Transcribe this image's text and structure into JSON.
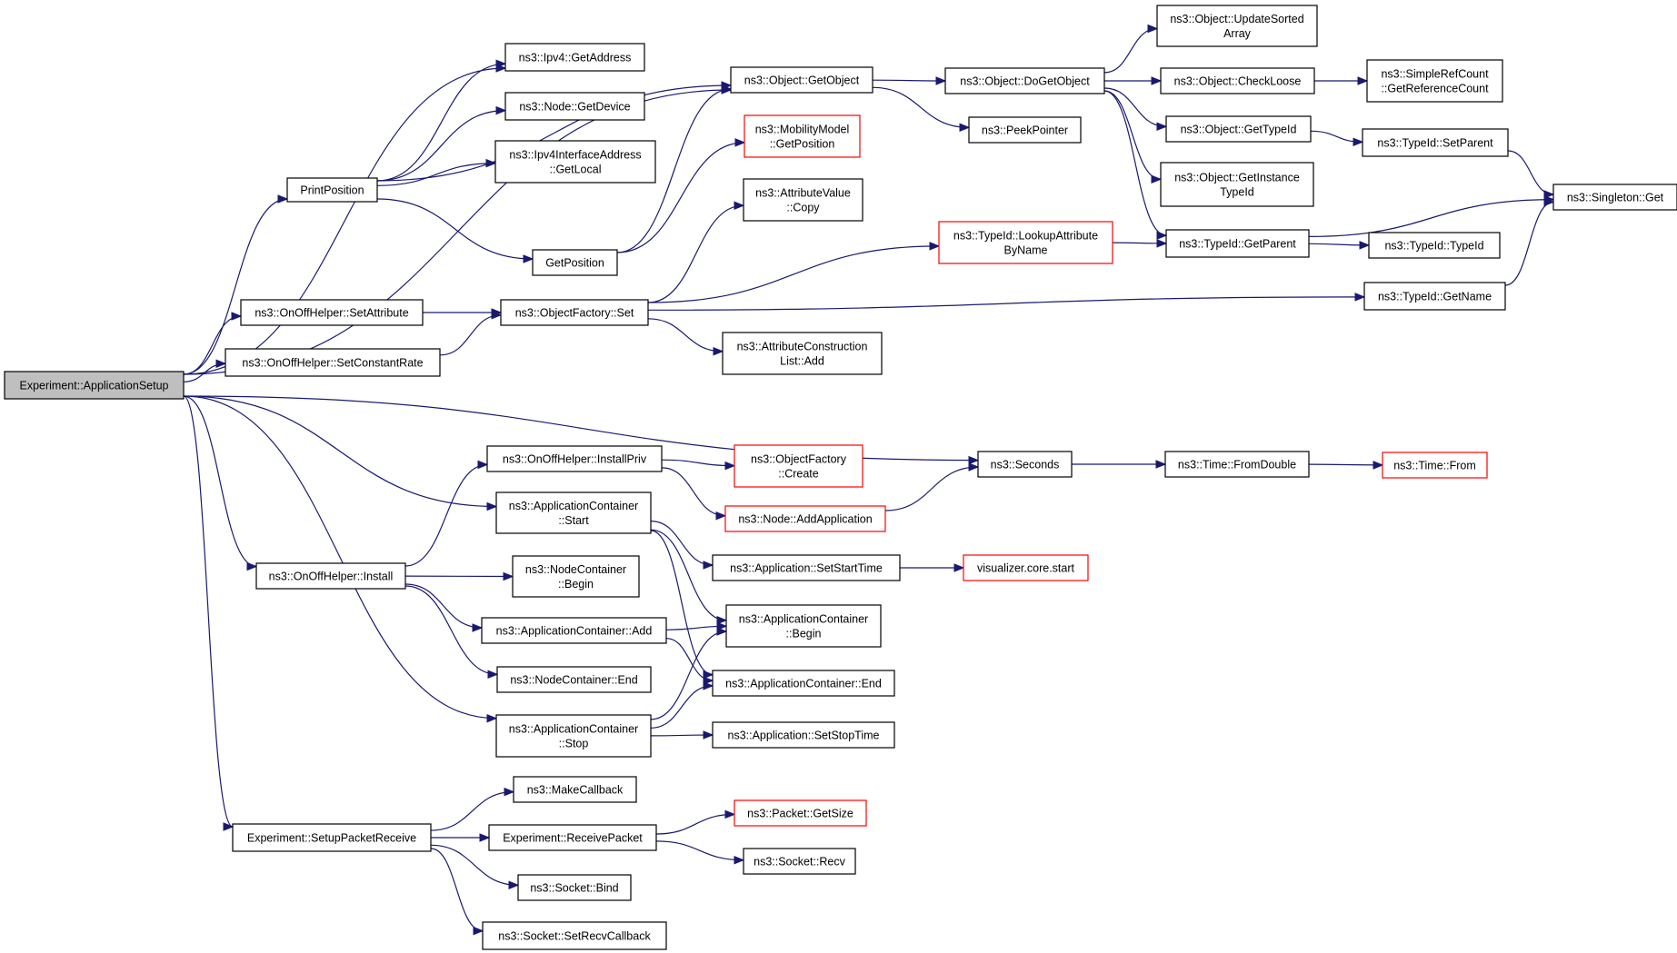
{
  "colors": {
    "edge": "#191970",
    "border_normal": "#000000",
    "border_truncated": "#ff0000",
    "root_fill": "#bfbfbf",
    "node_fill": "#ffffff"
  },
  "nodes": [
    {
      "id": "root",
      "lines": [
        "Experiment::ApplicationSetup"
      ],
      "style": "root"
    },
    {
      "id": "printpos",
      "lines": [
        "PrintPosition"
      ],
      "style": "normal"
    },
    {
      "id": "getaddr",
      "lines": [
        "ns3::Ipv4::GetAddress"
      ],
      "style": "normal"
    },
    {
      "id": "nodegetdev",
      "lines": [
        "ns3::Node::GetDevice"
      ],
      "style": "normal"
    },
    {
      "id": "getlocal",
      "lines": [
        "ns3::Ipv4InterfaceAddress",
        "::GetLocal"
      ],
      "style": "normal"
    },
    {
      "id": "getposition",
      "lines": [
        "GetPosition"
      ],
      "style": "normal"
    },
    {
      "id": "getobject",
      "lines": [
        "ns3::Object::GetObject"
      ],
      "style": "normal"
    },
    {
      "id": "mobgetpos",
      "lines": [
        "ns3::MobilityModel",
        "::GetPosition"
      ],
      "style": "truncated"
    },
    {
      "id": "attrcopy",
      "lines": [
        "ns3::AttributeValue",
        "::Copy"
      ],
      "style": "normal"
    },
    {
      "id": "dogetobject",
      "lines": [
        "ns3::Object::DoGetObject"
      ],
      "style": "normal"
    },
    {
      "id": "peekptr",
      "lines": [
        "ns3::PeekPointer"
      ],
      "style": "normal"
    },
    {
      "id": "updsorted",
      "lines": [
        "ns3::Object::UpdateSorted",
        "Array"
      ],
      "style": "normal"
    },
    {
      "id": "checkloose",
      "lines": [
        "ns3::Object::CheckLoose"
      ],
      "style": "normal"
    },
    {
      "id": "simplerefcount",
      "lines": [
        "ns3::SimpleRefCount",
        "::GetReferenceCount"
      ],
      "style": "normal"
    },
    {
      "id": "objgettypeid",
      "lines": [
        "ns3::Object::GetTypeId"
      ],
      "style": "normal"
    },
    {
      "id": "getinsttypeid",
      "lines": [
        "ns3::Object::GetInstance",
        "TypeId"
      ],
      "style": "normal"
    },
    {
      "id": "typeidsetparent",
      "lines": [
        "ns3::TypeId::SetParent"
      ],
      "style": "normal"
    },
    {
      "id": "singletonget",
      "lines": [
        "ns3::Singleton::Get"
      ],
      "style": "normal"
    },
    {
      "id": "lookupattr",
      "lines": [
        "ns3::TypeId::LookupAttribute",
        "ByName"
      ],
      "style": "truncated"
    },
    {
      "id": "typeidgetparent",
      "lines": [
        "ns3::TypeId::GetParent"
      ],
      "style": "normal"
    },
    {
      "id": "typeidtypeid",
      "lines": [
        "ns3::TypeId::TypeId"
      ],
      "style": "normal"
    },
    {
      "id": "typeidgetname",
      "lines": [
        "ns3::TypeId::GetName"
      ],
      "style": "normal"
    },
    {
      "id": "onoffsetattr",
      "lines": [
        "ns3::OnOffHelper::SetAttribute"
      ],
      "style": "normal"
    },
    {
      "id": "onoffsetconst",
      "lines": [
        "ns3::OnOffHelper::SetConstantRate"
      ],
      "style": "normal"
    },
    {
      "id": "objfactset",
      "lines": [
        "ns3::ObjectFactory::Set"
      ],
      "style": "normal"
    },
    {
      "id": "attrconstradd",
      "lines": [
        "ns3::AttributeConstruction",
        "List::Add"
      ],
      "style": "normal"
    },
    {
      "id": "onoffinstallpriv",
      "lines": [
        "ns3::OnOffHelper::InstallPriv"
      ],
      "style": "normal"
    },
    {
      "id": "objfactcreate",
      "lines": [
        "ns3::ObjectFactory",
        "::Create"
      ],
      "style": "truncated"
    },
    {
      "id": "seconds",
      "lines": [
        "ns3::Seconds"
      ],
      "style": "normal"
    },
    {
      "id": "timefromdouble",
      "lines": [
        "ns3::Time::FromDouble"
      ],
      "style": "normal"
    },
    {
      "id": "timefrom",
      "lines": [
        "ns3::Time::From"
      ],
      "style": "truncated"
    },
    {
      "id": "appcontstart",
      "lines": [
        "ns3::ApplicationContainer",
        "::Start"
      ],
      "style": "normal"
    },
    {
      "id": "nodeaddapp",
      "lines": [
        "ns3::Node::AddApplication"
      ],
      "style": "truncated"
    },
    {
      "id": "appsetstart",
      "lines": [
        "ns3::Application::SetStartTime"
      ],
      "style": "normal"
    },
    {
      "id": "vizstart",
      "lines": [
        "visualizer.core.start"
      ],
      "style": "truncated"
    },
    {
      "id": "onoffinstall",
      "lines": [
        "ns3::OnOffHelper::Install"
      ],
      "style": "normal"
    },
    {
      "id": "nodecontbegin",
      "lines": [
        "ns3::NodeContainer",
        "::Begin"
      ],
      "style": "normal"
    },
    {
      "id": "appcontadd",
      "lines": [
        "ns3::ApplicationContainer::Add"
      ],
      "style": "normal"
    },
    {
      "id": "appcontbegin",
      "lines": [
        "ns3::ApplicationContainer",
        "::Begin"
      ],
      "style": "normal"
    },
    {
      "id": "nodecontend",
      "lines": [
        "ns3::NodeContainer::End"
      ],
      "style": "normal"
    },
    {
      "id": "appcontend",
      "lines": [
        "ns3::ApplicationContainer::End"
      ],
      "style": "normal"
    },
    {
      "id": "appcontstop",
      "lines": [
        "ns3::ApplicationContainer",
        "::Stop"
      ],
      "style": "normal"
    },
    {
      "id": "appsetstop",
      "lines": [
        "ns3::Application::SetStopTime"
      ],
      "style": "normal"
    },
    {
      "id": "makecallback",
      "lines": [
        "ns3::MakeCallback"
      ],
      "style": "normal"
    },
    {
      "id": "setuppktrecv",
      "lines": [
        "Experiment::SetupPacketReceive"
      ],
      "style": "normal"
    },
    {
      "id": "recvpkt",
      "lines": [
        "Experiment::ReceivePacket"
      ],
      "style": "normal"
    },
    {
      "id": "pktgetsize",
      "lines": [
        "ns3::Packet::GetSize"
      ],
      "style": "truncated"
    },
    {
      "id": "socketrecv",
      "lines": [
        "ns3::Socket::Recv"
      ],
      "style": "normal"
    },
    {
      "id": "socketbind",
      "lines": [
        "ns3::Socket::Bind"
      ],
      "style": "normal"
    },
    {
      "id": "socketsetrecvcb",
      "lines": [
        "ns3::Socket::SetRecvCallback"
      ],
      "style": "normal"
    }
  ],
  "edges": [
    [
      "root",
      "printpos"
    ],
    [
      "root",
      "getaddr"
    ],
    [
      "root",
      "getobject"
    ],
    [
      "root",
      "onoffsetattr"
    ],
    [
      "root",
      "onoffsetconst"
    ],
    [
      "root",
      "seconds"
    ],
    [
      "root",
      "onoffinstall"
    ],
    [
      "root",
      "appcontstart"
    ],
    [
      "root",
      "appcontstop"
    ],
    [
      "root",
      "setuppktrecv"
    ],
    [
      "printpos",
      "getaddr"
    ],
    [
      "printpos",
      "nodegetdev"
    ],
    [
      "printpos",
      "getlocal"
    ],
    [
      "printpos",
      "getposition"
    ],
    [
      "printpos",
      "getobject"
    ],
    [
      "getposition",
      "getobject"
    ],
    [
      "getposition",
      "mobgetpos"
    ],
    [
      "getobject",
      "dogetobject"
    ],
    [
      "getobject",
      "peekptr"
    ],
    [
      "dogetobject",
      "updsorted"
    ],
    [
      "dogetobject",
      "checkloose"
    ],
    [
      "dogetobject",
      "objgettypeid"
    ],
    [
      "dogetobject",
      "getinsttypeid"
    ],
    [
      "dogetobject",
      "typeidgetparent"
    ],
    [
      "checkloose",
      "simplerefcount"
    ],
    [
      "objgettypeid",
      "typeidsetparent"
    ],
    [
      "typeidsetparent",
      "singletonget"
    ],
    [
      "typeidgetparent",
      "singletonget"
    ],
    [
      "typeidgetparent",
      "typeidtypeid"
    ],
    [
      "typeidgetname",
      "singletonget"
    ],
    [
      "lookupattr",
      "typeidgetparent"
    ],
    [
      "onoffsetattr",
      "objfactset"
    ],
    [
      "onoffsetconst",
      "objfactset"
    ],
    [
      "objfactset",
      "attrcopy"
    ],
    [
      "objfactset",
      "lookupattr"
    ],
    [
      "objfactset",
      "typeidgetname"
    ],
    [
      "objfactset",
      "attrconstradd"
    ],
    [
      "onoffinstall",
      "onoffinstallpriv"
    ],
    [
      "onoffinstall",
      "nodecontbegin"
    ],
    [
      "onoffinstall",
      "appcontadd"
    ],
    [
      "onoffinstall",
      "nodecontend"
    ],
    [
      "onoffinstallpriv",
      "objfactcreate"
    ],
    [
      "onoffinstallpriv",
      "nodeaddapp"
    ],
    [
      "nodeaddapp",
      "seconds"
    ],
    [
      "seconds",
      "timefromdouble"
    ],
    [
      "timefromdouble",
      "timefrom"
    ],
    [
      "appcontstart",
      "appsetstart"
    ],
    [
      "appcontstart",
      "appcontbegin"
    ],
    [
      "appcontstart",
      "appcontend"
    ],
    [
      "appsetstart",
      "vizstart"
    ],
    [
      "appcontadd",
      "appcontbegin"
    ],
    [
      "appcontadd",
      "appcontend"
    ],
    [
      "appcontstop",
      "appcontbegin"
    ],
    [
      "appcontstop",
      "appcontend"
    ],
    [
      "appcontstop",
      "appsetstop"
    ],
    [
      "setuppktrecv",
      "makecallback"
    ],
    [
      "setuppktrecv",
      "recvpkt"
    ],
    [
      "setuppktrecv",
      "socketbind"
    ],
    [
      "setuppktrecv",
      "socketsetrecvcb"
    ],
    [
      "recvpkt",
      "pktgetsize"
    ],
    [
      "recvpkt",
      "socketrecv"
    ]
  ]
}
